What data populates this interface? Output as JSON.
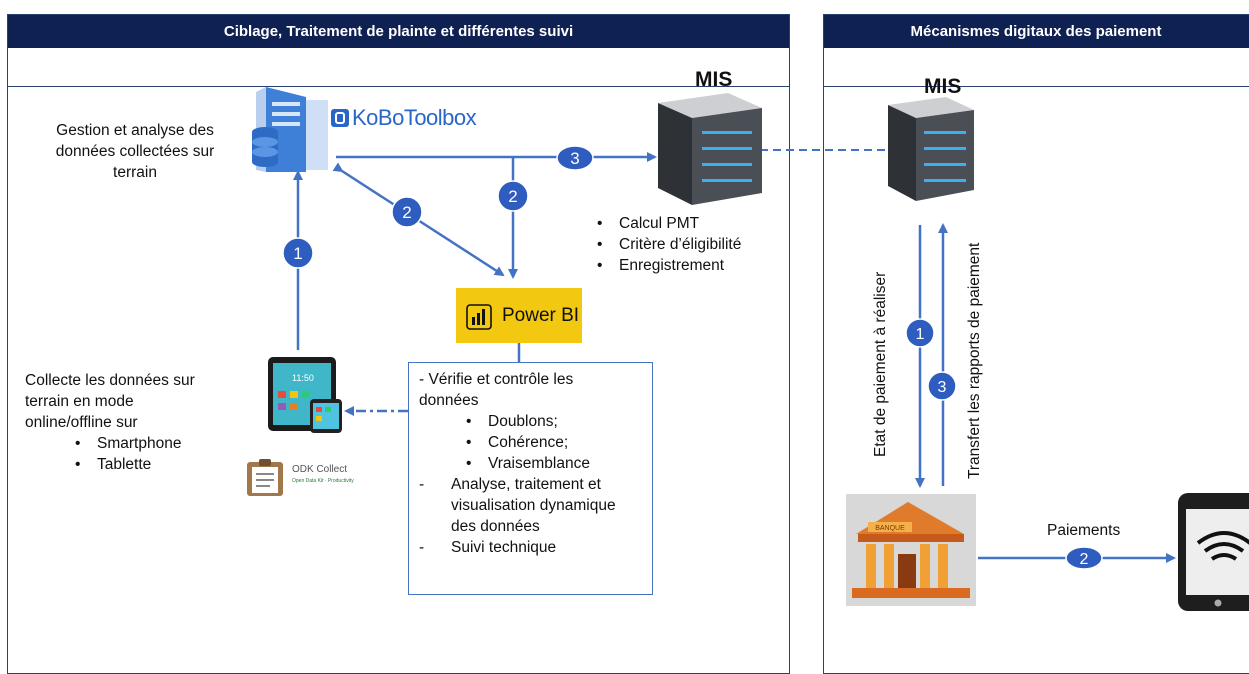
{
  "left_panel": {
    "title": "Ciblage, Traitement de plainte et différentes suivi",
    "kobo_label": "KoBoToolbox",
    "kobo_desc": [
      "Gestion et analyse des",
      "données collectées sur",
      "terrain"
    ],
    "collect_desc": [
      "Collecte les données sur",
      "terrain en mode",
      "online/offline sur"
    ],
    "collect_items": [
      "Smartphone",
      "Tablette"
    ],
    "odk_label": "ODK Collect",
    "odk_sub": "Open Data Kit · Productivity",
    "mis_label": "MIS",
    "mis_items": [
      "Calcul PMT",
      "Critère d’éligibilité",
      "Enregistrement"
    ],
    "powerbi_label": "Power BI",
    "box": {
      "line1": "- Vérifie et contrôle les",
      "line2": "données",
      "checks": [
        "Doublons;",
        "Cohérence;",
        "Vraisemblance"
      ],
      "item2_dash": "-",
      "item2": [
        "Analyse, traitement et",
        "visualisation dynamique",
        "des données"
      ],
      "item3_dash": "-",
      "item3": "Suivi technique"
    },
    "tablet_time": "11:50",
    "steps": {
      "s1": "1",
      "s2a": "2",
      "s2b": "2",
      "s3": "3"
    }
  },
  "right_panel": {
    "title": "Mécanismes digitaux des paiement",
    "mis_label": "MIS",
    "down_label": "Etat de paiement à réaliser",
    "up_label": "Transfert les rapports de paiement",
    "payments_label": "Paiements",
    "bank_sign": "BANQUE",
    "steps": {
      "s1": "1",
      "s2": "2",
      "s3": "3"
    }
  },
  "colors": {
    "header": "#0f2152",
    "frame": "#2c3f73",
    "arrow": "#4472c4",
    "badge": "#2f5dbf",
    "powerbi": "#f2c811"
  }
}
